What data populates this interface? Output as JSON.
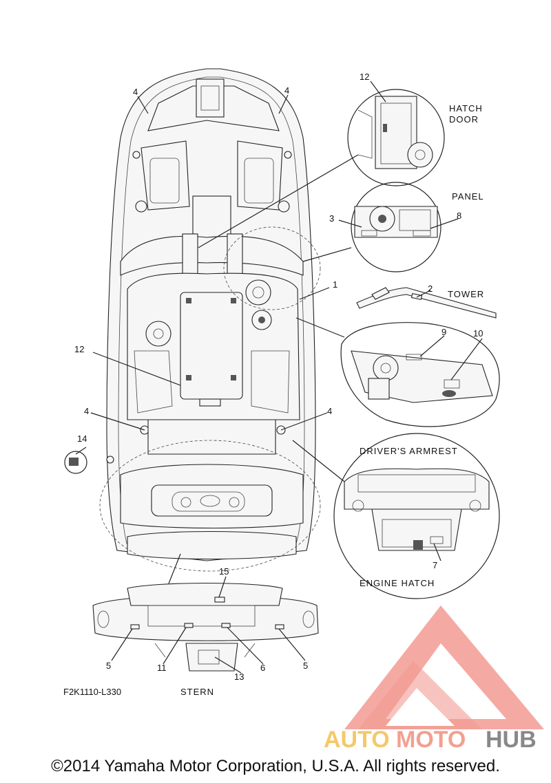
{
  "diagram": {
    "part_code": "F2K1110-L330",
    "views": {
      "hatch_door": "HATCH\nDOOR",
      "panel": "PANEL",
      "tower": "TOWER",
      "drivers_armrest": "DRIVER'S ARMREST",
      "engine_hatch": "ENGINE HATCH",
      "stern": "STERN"
    },
    "callouts": {
      "n1": "1",
      "n2": "2",
      "n3": "3",
      "n4": "4",
      "n5": "5",
      "n6": "6",
      "n7": "7",
      "n8": "8",
      "n9": "9",
      "n10": "10",
      "n11": "11",
      "n12": "12",
      "n13": "13",
      "n14": "14",
      "n15": "15"
    }
  },
  "watermark": {
    "text_auto": "AUTO",
    "text_moto": "MOTO",
    "text_hub": "HUB",
    "colors": {
      "auto": "#f4c86a",
      "moto": "#f2a090",
      "hub": "#888888",
      "logo": "#f08a80"
    }
  },
  "copyright": "©2014 Yamaha Motor Corporation, U.S.A. All rights reserved."
}
